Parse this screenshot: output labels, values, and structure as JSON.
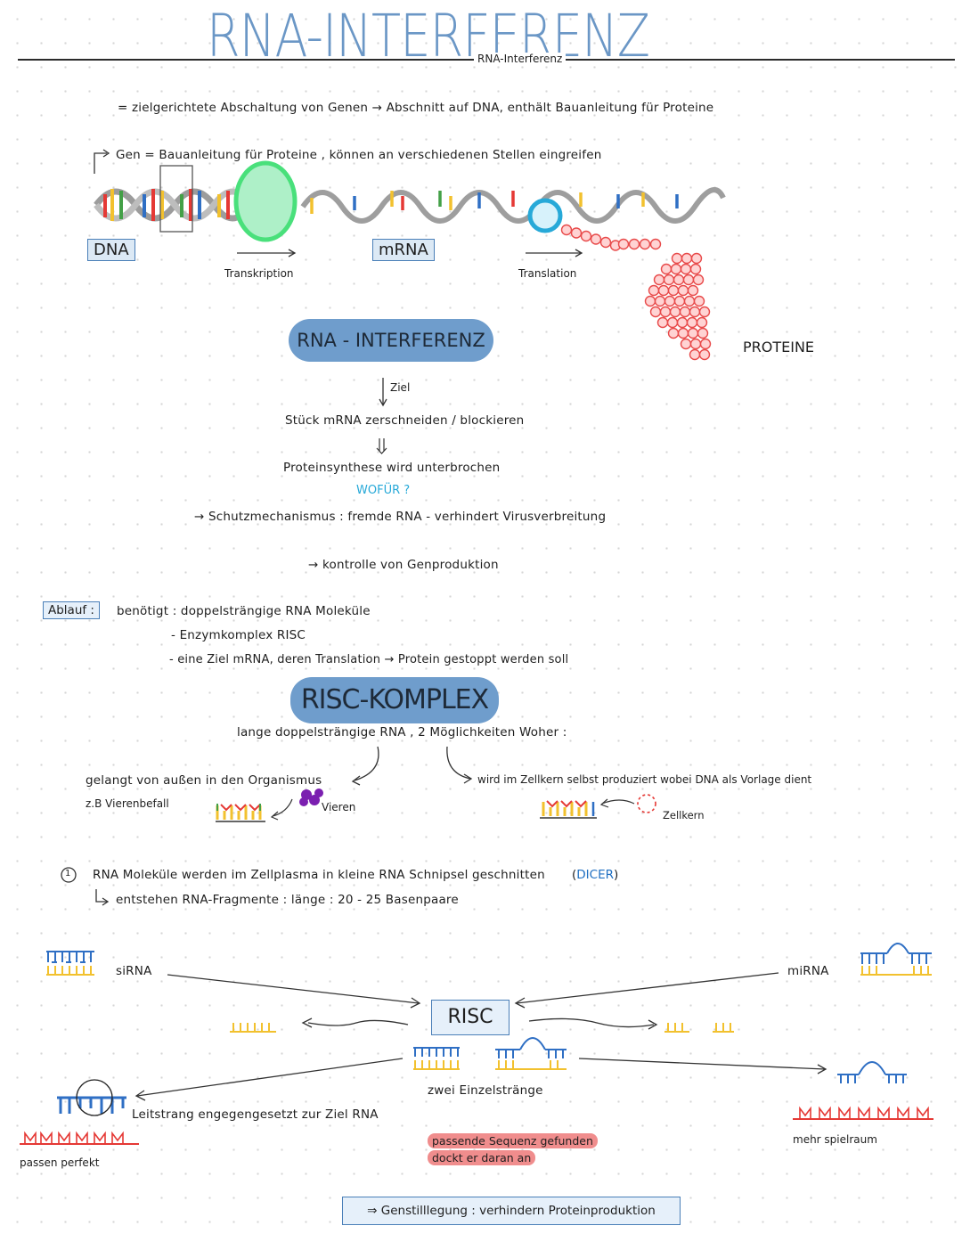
{
  "header": {
    "title": "RNA-INTERFERENZ",
    "subtitle": "RNA-Interferenz"
  },
  "intro": {
    "definition": "= zielgerichtete Abschaltung von Genen → Abschnitt auf DNA, enthält Bauanleitung für Proteine",
    "gen_line": "Gen = Bauanleitung für Proteine , können an verschiedenen Stellen eingreifen"
  },
  "diagram1": {
    "dna_label": "DNA",
    "mrna_label": "mRNA",
    "transkription": "Transkription",
    "translation": "Translation",
    "proteine": "PROTEINE"
  },
  "center": {
    "pill": "RNA - INTERFERENZ",
    "ziel": "Ziel",
    "step1": "Stück mRNA zerschneiden / blockieren",
    "step2": "Proteinsynthese wird unterbrochen",
    "wofuer": "WOFÜR ?",
    "reason1": "→ Schutzmechanismus : fremde RNA - verhindert Virusverbreitung",
    "reason2": "→ kontrolle von Genproduktion"
  },
  "ablauf": {
    "label": "Ablauf :",
    "line1": "benötigt : doppelsträngige RNA Moleküle",
    "line2": "- Enzymkomplex RISC",
    "line3": "- eine Ziel mRNA, deren Translation → Protein gestoppt werden soll"
  },
  "risc": {
    "pill": "RISC-KOMPLEX",
    "intro": "lange doppelsträngige RNA , 2 Möglichkeiten Woher :",
    "left1": "gelangt von außen in den Organismus",
    "left2": "z.B Vierenbefall",
    "viren": "Vieren",
    "right1": "wird im Zellkern selbst produziert wobei DNA als Vorlage dient",
    "zellkern": "Zellkern"
  },
  "step1": {
    "number": "1",
    "text": "RNA Moleküle werden im Zellplasma in kleine RNA Schnipsel geschnitten",
    "dicer": "DICER",
    "sub": "entstehen RNA-Fragmente : länge : 20 - 25 Basenpaare"
  },
  "bottom": {
    "sirna": "siRNA",
    "mirna": "miRNA",
    "risc": "RISC",
    "zwei": "zwei Einzelstränge",
    "leitstrang": "Leitstrang engegengesetzt zur Ziel RNA",
    "passen": "passen perfekt",
    "passende1": "passende Sequenz gefunden",
    "passende2": "dockt er daran an",
    "spielraum": "mehr spielraum",
    "gen": "⇒ Genstilllegung : verhindern Proteinproduktion"
  },
  "colors": {
    "title_blue": "#6b97c6",
    "accent_cyan": "#27a9d8",
    "pill_blue": "#6f9dcc",
    "highlight_red": "#f08d8d",
    "protein_red": "#e84a4a",
    "rna_yellow": "#f2c12e",
    "rna_blue": "#2f6fc4"
  }
}
